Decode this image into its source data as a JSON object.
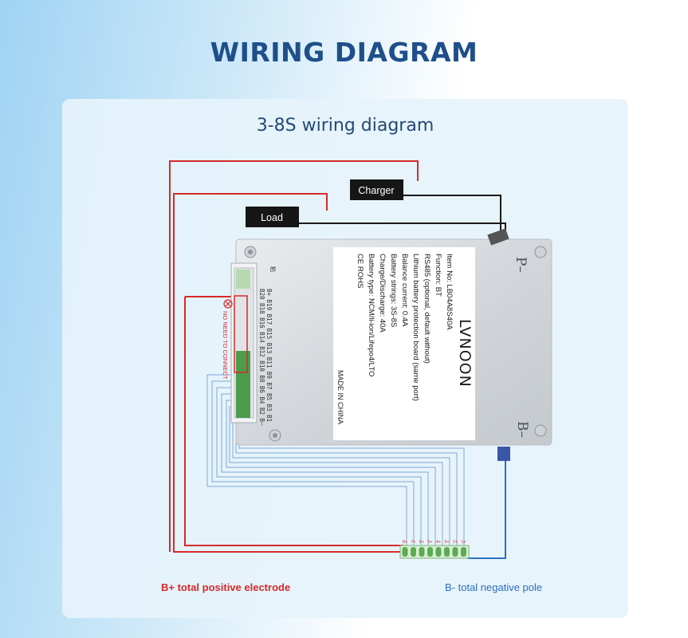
{
  "header": {
    "title": "WIRING DIAGRAM"
  },
  "diagram": {
    "subtitle": "3-8S wiring diagram",
    "charger_label": "Charger",
    "load_label": "Load",
    "p_minus": "P–",
    "b_minus": "B–",
    "brand": "LVNOON",
    "made_in": "MADE IN CHINA",
    "spec_lines": [
      "Item No: LB04A8S40A",
      "Function: BT",
      "RS485 (optional, default without)",
      "Lithium battery protection board (same port)",
      "Balance current: 0.4A",
      "Battery strings: 3S-8S",
      "Charge/Discharge: 40A",
      "Battery type: NCM/li-ion/Lifepo4/LTO",
      "CE ROHS"
    ],
    "pin_row_top": "B+ B19 B17 B15 B13 B11 B9 B7 B5 B3 B1",
    "pin_row_bottom": "B20 B18 B16 B14 B12 B10 B8 B6 B4 B2 B–",
    "pin_prefix": "粘",
    "no_connect": "NO NEED TO CONNECT",
    "cell_labels": [
      "8+",
      "7+",
      "6+",
      "5+",
      "4+",
      "3+",
      "2+",
      "1+"
    ],
    "b_plus_label": "B+ total positive electrode",
    "b_minus_label": "B- total negative pole",
    "colors": {
      "positive": "#d62a2a",
      "negative": "#2a6fc0",
      "black": "#1a1a1a",
      "title": "#1f4f8a"
    }
  }
}
